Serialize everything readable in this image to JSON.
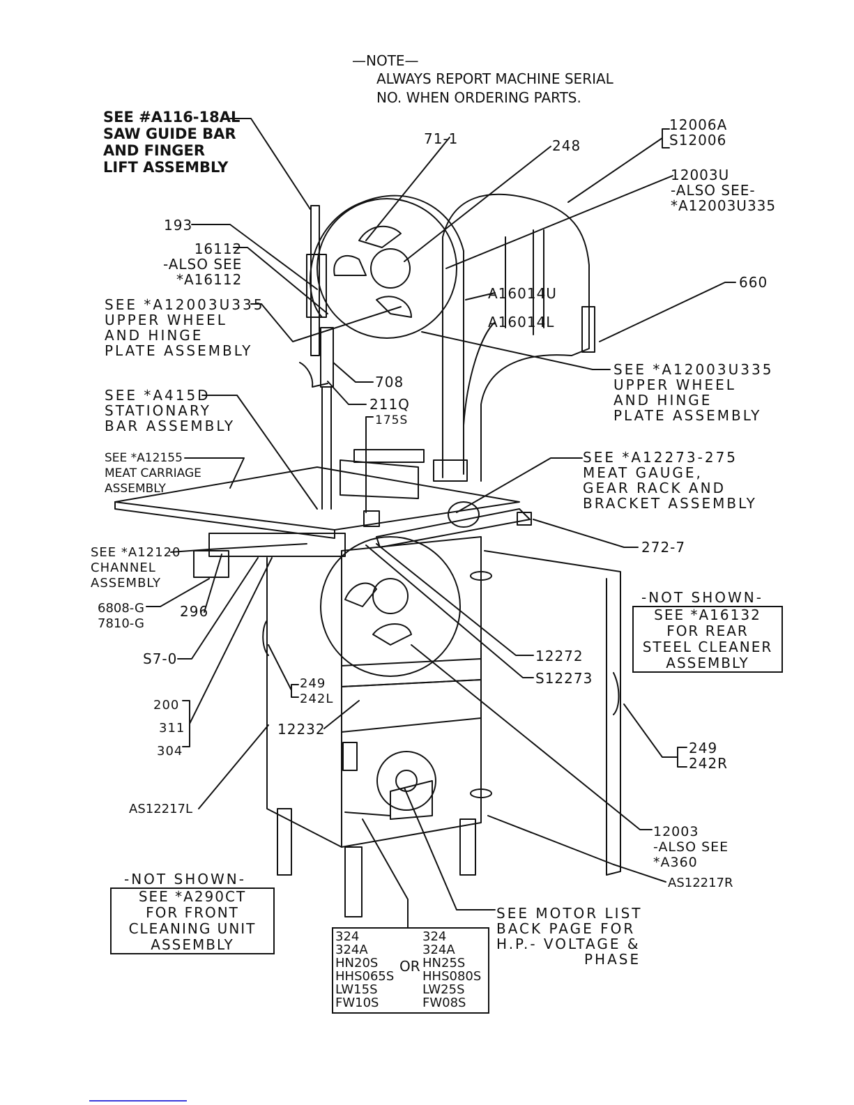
{
  "note": {
    "title": "—NOTE—",
    "line1": "ALWAYS REPORT MACHINE SERIAL",
    "line2": "NO. WHEN ORDERING PARTS."
  },
  "labels": {
    "saw_guide": [
      "SEE #A116-18AL",
      "SAW GUIDE BAR",
      "AND FINGER",
      "LIFT ASSEMBLY"
    ],
    "p71": "71-1",
    "p248": "248",
    "p12006": [
      "12006A",
      "S12006"
    ],
    "p12003u": [
      "12003U",
      "-ALSO SEE-",
      "*A12003U335"
    ],
    "p193": "193",
    "p16112": [
      "16112",
      "-ALSO SEE",
      "*A16112"
    ],
    "upper_left": [
      "SEE *A12003U335",
      "UPPER WHEEL",
      "AND HINGE",
      "PLATE ASSEMBLY"
    ],
    "a16014u": "A16014U",
    "a16014l": "A16014L",
    "p660": "660",
    "upper_right": [
      "SEE *A12003U335",
      "UPPER WHEEL",
      "AND HINGE",
      "PLATE ASSEMBLY"
    ],
    "p708": "708",
    "p211q": "211Q",
    "p175s": "175S",
    "stationary": [
      "SEE *A415D",
      "STATIONARY",
      "BAR ASSEMBLY"
    ],
    "meat_carriage": [
      "SEE *A12155",
      "MEAT CARRIAGE",
      "ASSEMBLY"
    ],
    "meat_gauge": [
      "SEE *A12273-275",
      "MEAT GAUGE,",
      "GEAR RACK AND",
      "BRACKET ASSEMBLY"
    ],
    "p272": "272-7",
    "channel": [
      "SEE *A12120",
      "CHANNEL",
      "ASSEMBLY"
    ],
    "p6808": [
      "6808-G",
      "7810-G"
    ],
    "p296": "296",
    "p57": "S7-0",
    "p249l": [
      "249",
      "242L"
    ],
    "p12272": "12272",
    "s12273": "S12273",
    "p200": [
      "200",
      "311",
      "304"
    ],
    "p12232": "12232",
    "p249r": [
      "249",
      "242R"
    ],
    "as12217l": "AS12217L",
    "p12003": [
      "12003",
      "-ALSO SEE",
      "*A360"
    ],
    "as12217r": "AS12217R",
    "motor": [
      "SEE MOTOR LIST",
      "BACK PAGE FOR",
      "H.P.- VOLTAGE &",
      "PHASE"
    ]
  },
  "not_shown_rear": {
    "heading": "-NOT SHOWN-",
    "lines": [
      "SEE *A16132",
      "FOR REAR",
      "STEEL CLEANER",
      "ASSEMBLY"
    ]
  },
  "not_shown_front": {
    "heading": "-NOT SHOWN-",
    "lines": [
      "SEE *A290CT",
      "FOR FRONT",
      "CLEANING UNIT",
      "ASSEMBLY"
    ]
  },
  "motor_parts": {
    "left": [
      "324",
      "324A",
      "HN20S",
      "HHS065S",
      "LW15S",
      "FW10S"
    ],
    "or": "OR",
    "right": [
      "324",
      "324A",
      "HN25S",
      "HHS080S",
      "LW25S",
      "FW08S"
    ]
  }
}
